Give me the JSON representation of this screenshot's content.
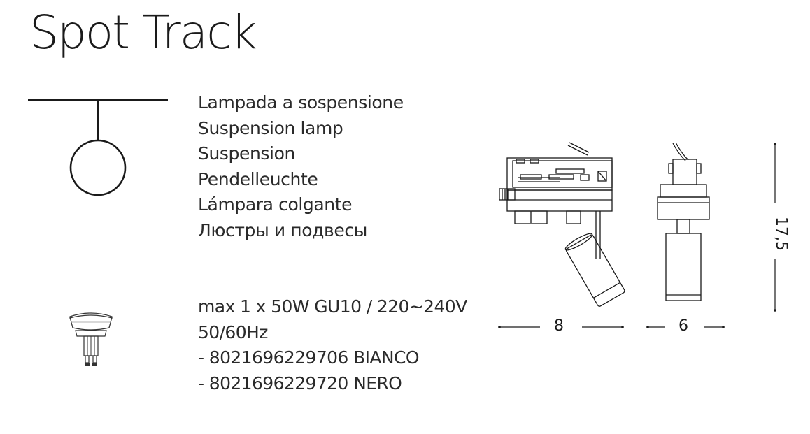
{
  "header": {
    "title": "Spot Track"
  },
  "icons": {
    "pictogram": "pendant-lamp-icon",
    "bulb": "gu10-bulb-icon"
  },
  "description": {
    "lines": [
      "Lampada a sospensione",
      "Suspension lamp",
      "Suspension",
      "Pendelleuchte",
      "Lámpara colgante",
      "Люстры и подвесы"
    ]
  },
  "specs": {
    "lines": [
      "max 1 x 50W GU10 / 220~240V",
      "50/60Hz",
      "- 8021696229706 BIANCO",
      "- 8021696229720 NERO"
    ]
  },
  "dimensions": {
    "width": "8",
    "depth": "6",
    "height": "17,5"
  }
}
